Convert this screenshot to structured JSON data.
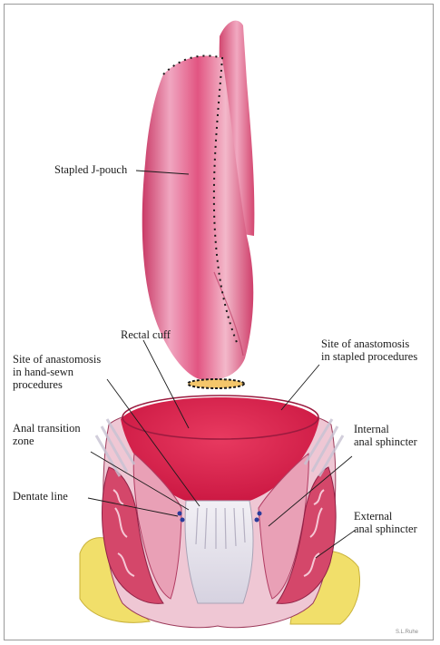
{
  "labels": {
    "stapled_j_pouch": "Stapled J-pouch",
    "rectal_cuff": "Rectal cuff",
    "site_stapled": [
      "Site of anastomosis",
      "in stapled procedures"
    ],
    "site_hand_sewn": [
      "Site of anastomosis",
      "in hand-sewn",
      "procedures"
    ],
    "anal_transition_zone": [
      "Anal transition",
      "zone"
    ],
    "dentate_line": "Dentate line",
    "internal_anal_sphincter": [
      "Internal",
      "anal sphincter"
    ],
    "external_anal_sphincter": [
      "External",
      "anal sphincter"
    ]
  },
  "credit": "S.L.Ruhe",
  "colors": {
    "pouch": "#e0557d",
    "pouch_highlight": "#f3b3c8",
    "cuff": "#d9234f",
    "sphincter": "#d4476a",
    "fat": "#f1df6a",
    "mucosa": "#e7e3ee",
    "ink": "#1b1b1b"
  }
}
